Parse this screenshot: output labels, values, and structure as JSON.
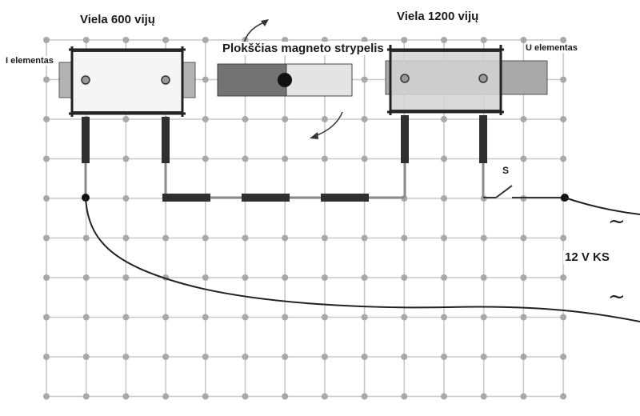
{
  "labels": {
    "coil_600": "Viela 600 vijų",
    "coil_1200": "Viela 1200 vijų",
    "magnet": "Plokščias magneto strypelis",
    "i_element": "I elementas",
    "u_element": "U elementas",
    "switch": "S",
    "voltage": "12 V KS",
    "ac_symbol": "~"
  },
  "colors": {
    "grid_line": "#c8c8c8",
    "grid_peg": "#a8a8a8",
    "wire": "#333333",
    "lead": "#2f2f2f",
    "magnet_dark": "#707070",
    "magnet_light": "#e2e2e2",
    "core_grey": "#b0b0b0",
    "coil_fill_left": "#f4f4f4",
    "coil_fill_right": "#d2d2d2"
  }
}
